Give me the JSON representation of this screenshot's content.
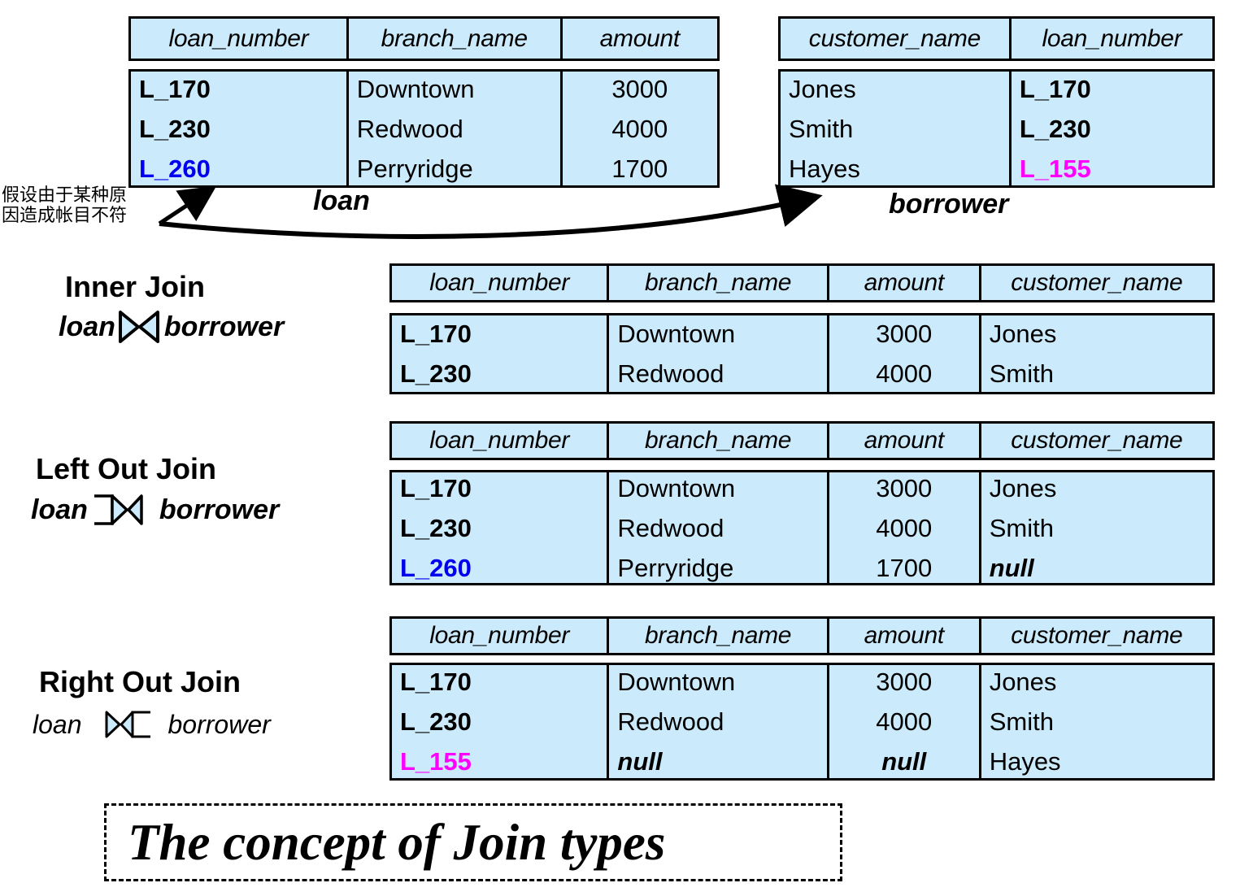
{
  "title": "The concept of Join types",
  "note_cn": [
    "假设由于某种原",
    "因造成帐目不符"
  ],
  "colors": {
    "cell_bg": "#cbeafb",
    "border": "#000000",
    "highlight_left": "#0000ee",
    "highlight_right": "#ff00ff"
  },
  "source_tables": {
    "loan": {
      "caption": "loan",
      "columns": [
        "loan_number",
        "branch_name",
        "amount"
      ],
      "rows": [
        [
          "L_170",
          "Downtown",
          "3000"
        ],
        [
          "L_230",
          "Redwood",
          "4000"
        ],
        [
          "L_260",
          "Perryridge",
          "1700"
        ]
      ],
      "highlight_row": 2,
      "highlight_color": "#0000ee"
    },
    "borrower": {
      "caption": "borrower",
      "columns": [
        "customer_name",
        "loan_number"
      ],
      "rows": [
        [
          "Jones",
          "L_170"
        ],
        [
          "Smith",
          "L_230"
        ],
        [
          "Hayes",
          "L_155"
        ]
      ],
      "highlight_row": 2,
      "highlight_color": "#ff00ff"
    }
  },
  "sections": [
    {
      "id": "inner-join",
      "title": "Inner Join",
      "left_operand": "loan",
      "operator": "bowtie",
      "right_operand": "borrower",
      "columns": [
        "loan_number",
        "branch_name",
        "amount",
        "customer_name"
      ],
      "rows": [
        [
          "L_170",
          "Downtown",
          "3000",
          "Jones"
        ],
        [
          "L_230",
          "Redwood",
          "4000",
          "Smith"
        ]
      ]
    },
    {
      "id": "left-out-join",
      "title": "Left Out Join",
      "left_operand": "loan",
      "operator": "left-bowtie",
      "right_operand": "borrower",
      "columns": [
        "loan_number",
        "branch_name",
        "amount",
        "customer_name"
      ],
      "rows": [
        [
          "L_170",
          "Downtown",
          "3000",
          "Jones"
        ],
        [
          "L_230",
          "Redwood",
          "4000",
          "Smith"
        ],
        [
          "L_260",
          "Perryridge",
          "1700",
          "null"
        ]
      ]
    },
    {
      "id": "right-out-join",
      "title": "Right Out Join",
      "left_operand": "loan",
      "operator": "right-bowtie",
      "right_operand": "borrower",
      "columns": [
        "loan_number",
        "branch_name",
        "amount",
        "customer_name"
      ],
      "rows": [
        [
          "L_170",
          "Downtown",
          "3000",
          "Jones"
        ],
        [
          "L_230",
          "Redwood",
          "4000",
          "Smith"
        ],
        [
          "L_155",
          "null",
          "null",
          "Hayes"
        ]
      ]
    }
  ]
}
